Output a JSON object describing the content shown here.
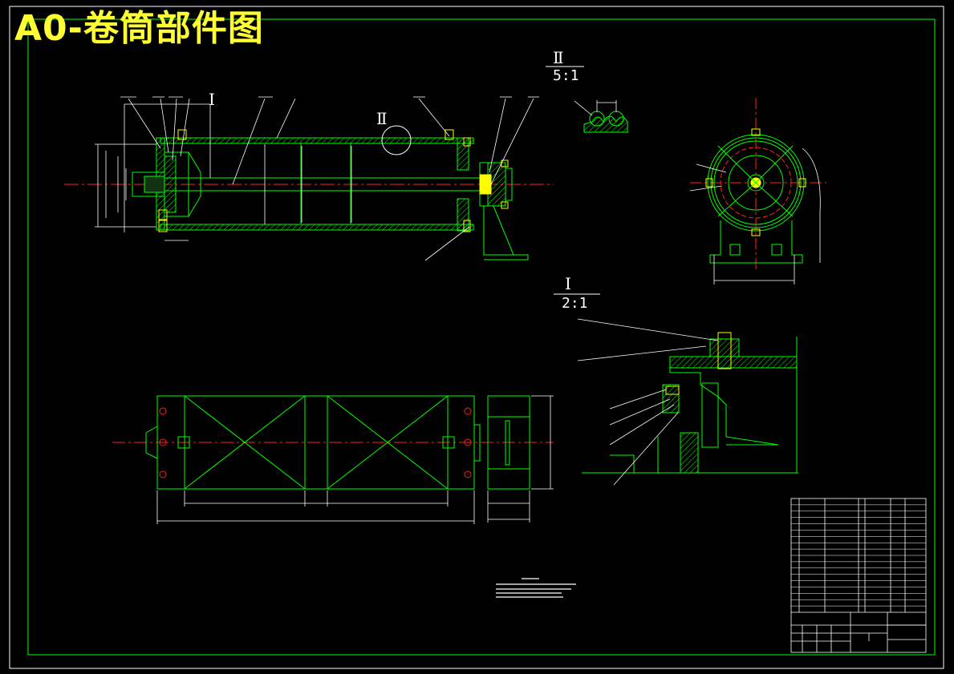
{
  "title": "A0-卷筒部件图",
  "views": {
    "detail_II": {
      "label": "Ⅱ",
      "scale": "5:1"
    },
    "detail_I": {
      "label": "Ⅰ",
      "scale": "2:1"
    },
    "callout_I": "Ⅰ",
    "callout_II": "Ⅱ"
  },
  "colors": {
    "background": "#000000",
    "outline": "#00ff00",
    "dimension": "#ffffff",
    "centerline": "#ff2020",
    "bolt": "#ffff00",
    "title": "#ffff33"
  }
}
